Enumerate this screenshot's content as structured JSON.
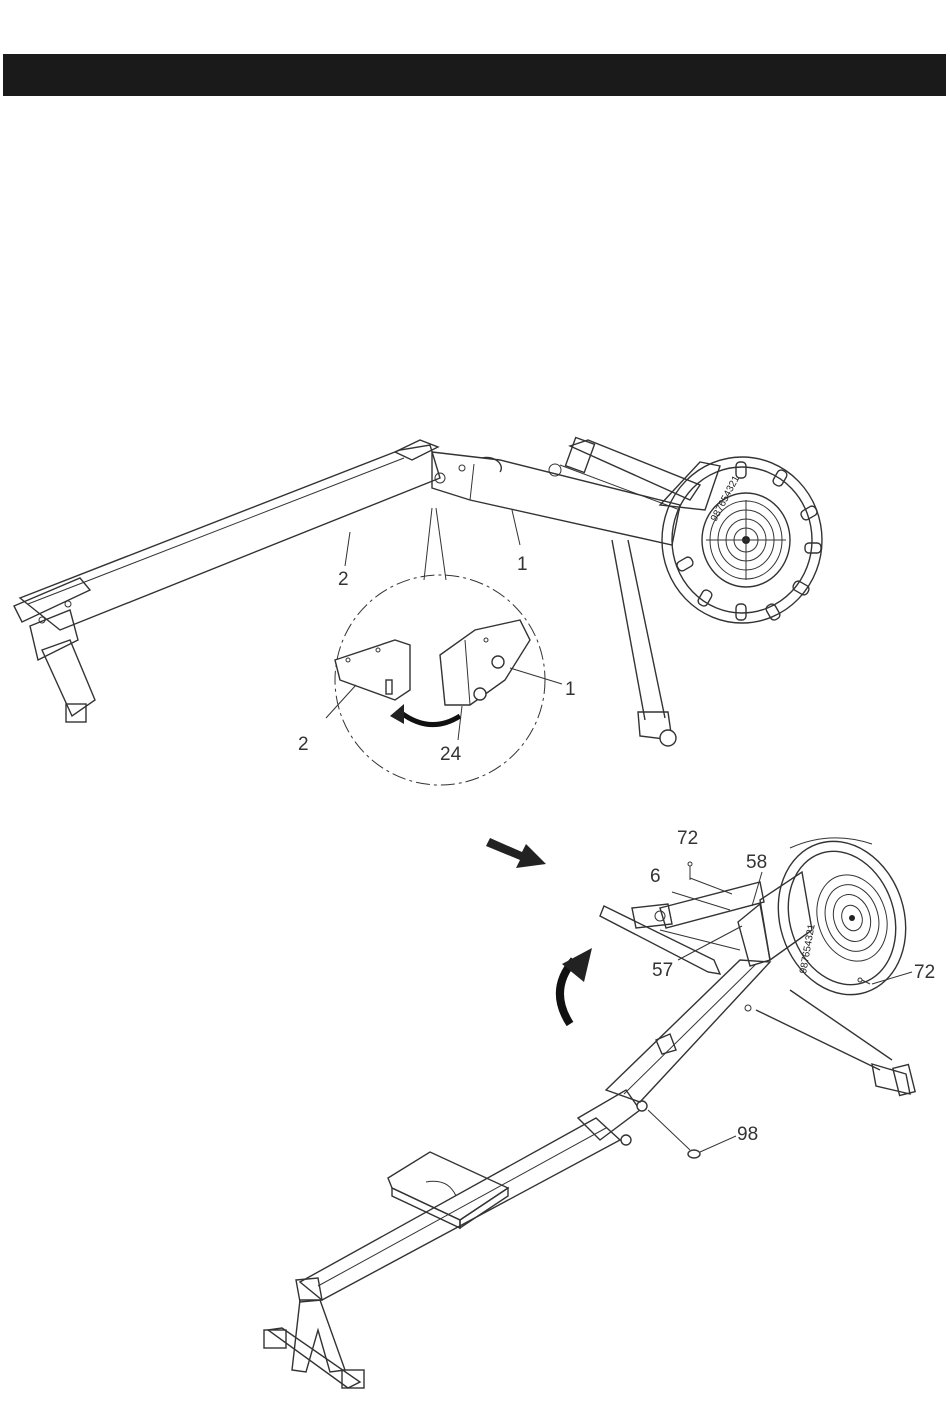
{
  "header": {
    "color": "#1a1a1a"
  },
  "top_figure": {
    "labels": {
      "rail_2": "2",
      "frame_1": "1",
      "detail_rail_2": "2",
      "detail_frame_1": "1",
      "pin_24": "24"
    },
    "flywheel_numbers": "987654321"
  },
  "bottom_figure": {
    "labels": {
      "bolt_72_top": "72",
      "part_58": "58",
      "part_6": "6",
      "part_57": "57",
      "bolt_72_right": "72",
      "pin_98": "98"
    },
    "flywheel_numbers": "987654321"
  }
}
